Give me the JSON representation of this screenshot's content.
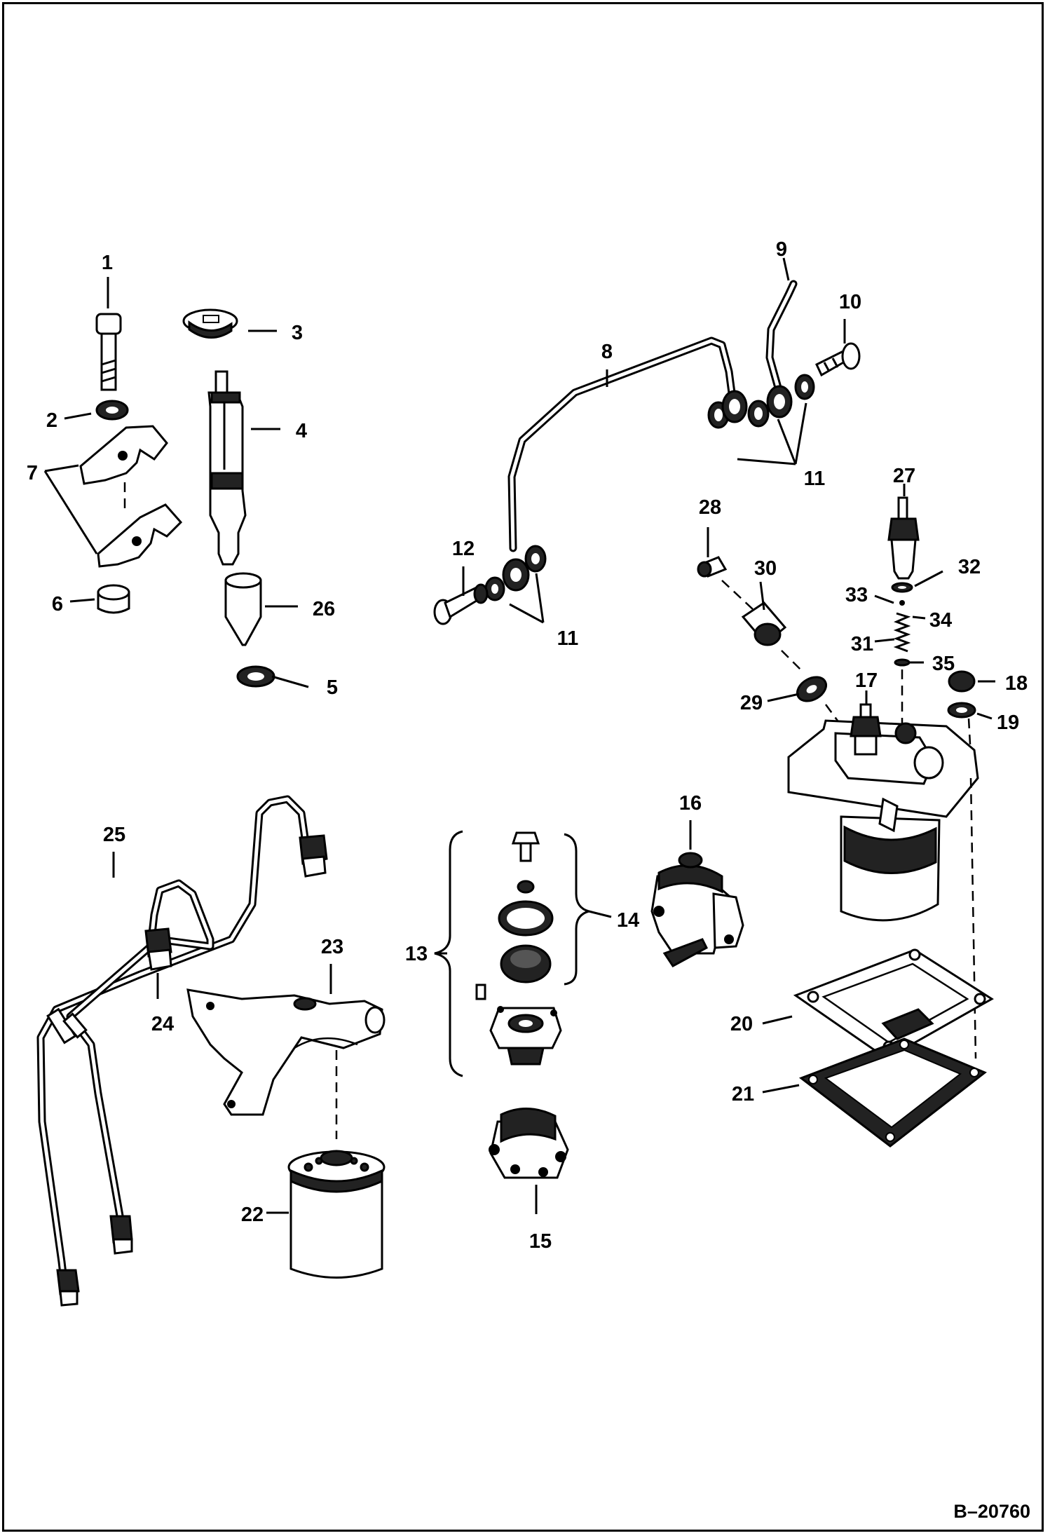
{
  "diagram": {
    "reference": "B–20760",
    "callouts": {
      "c1": "1",
      "c2": "2",
      "c3": "3",
      "c4": "4",
      "c5": "5",
      "c6": "6",
      "c7": "7",
      "c8": "8",
      "c9": "9",
      "c10": "10",
      "c11a": "11",
      "c11b": "11",
      "c12": "12",
      "c13": "13",
      "c14": "14",
      "c15": "15",
      "c16": "16",
      "c17": "17",
      "c18": "18",
      "c19": "19",
      "c20": "20",
      "c21": "21",
      "c22": "22",
      "c23": "23",
      "c24": "24",
      "c25": "25",
      "c26": "26",
      "c27": "27",
      "c28": "28",
      "c29": "29",
      "c30": "30",
      "c31": "31",
      "c32": "32",
      "c33": "33",
      "c34": "34",
      "c35": "35"
    }
  }
}
